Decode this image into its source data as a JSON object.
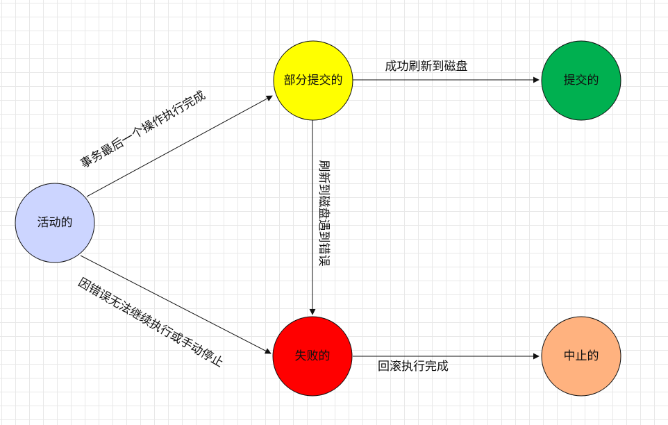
{
  "states": {
    "active": {
      "label": "活动的",
      "color": "#ccd5ff"
    },
    "partial": {
      "label": "部分提交的",
      "color": "#ffff00"
    },
    "committed": {
      "label": "提交的",
      "color": "#00b050"
    },
    "failed": {
      "label": "失败的",
      "color": "#ff0000"
    },
    "aborted": {
      "label": "中止的",
      "color": "#ffb27f"
    }
  },
  "transitions": {
    "active_to_partial": "事务最后一个操作执行完成",
    "partial_to_committed": "成功刷新到磁盘",
    "partial_to_failed": "刷新到磁盘遇到错误",
    "active_to_failed": "因错误无法继续执行或手动停止",
    "failed_to_aborted": "回滚执行完成"
  }
}
